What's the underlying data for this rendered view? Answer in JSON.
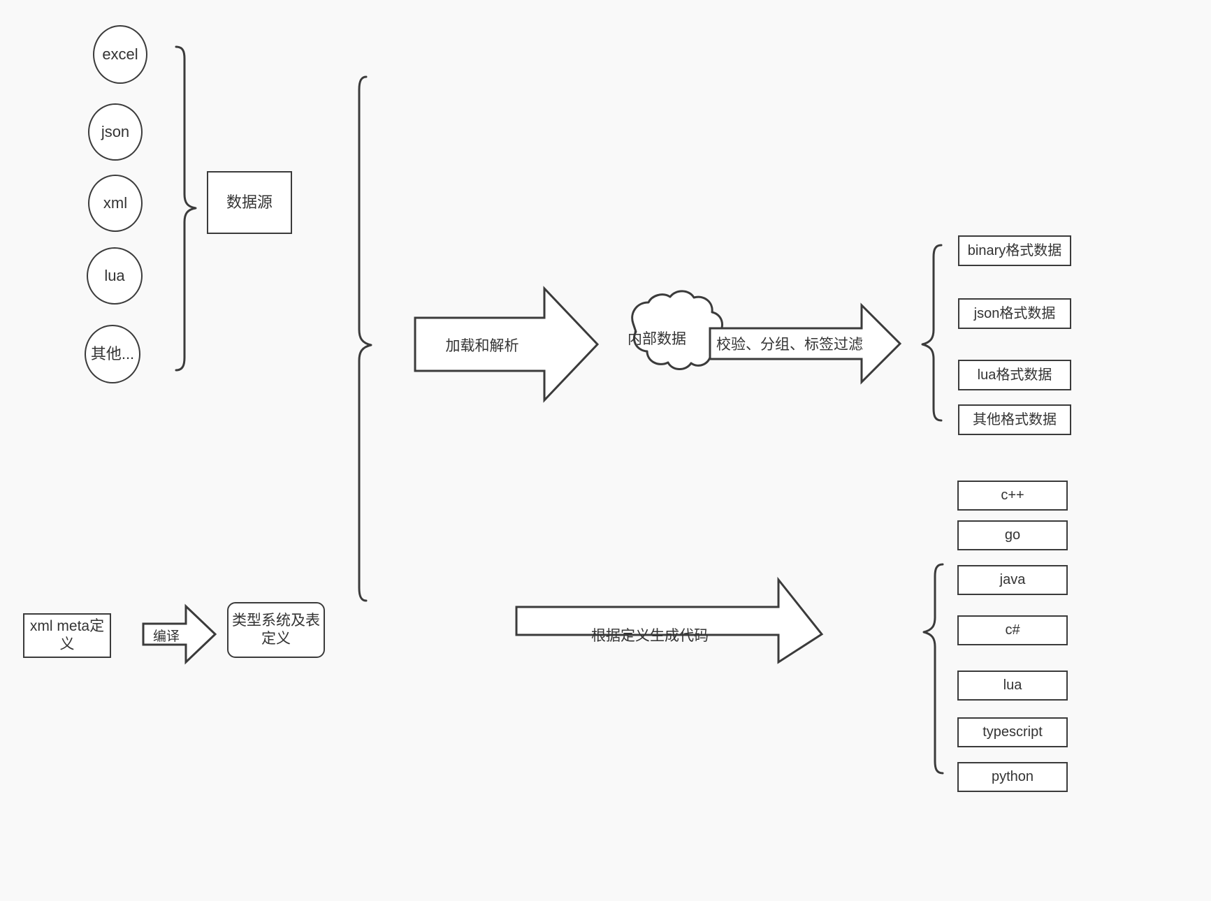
{
  "diagram": {
    "background_color": "#f9f9f9",
    "stroke_color": "#3b3b3b",
    "text_color": "#333333",
    "fill_color": "#ffffff"
  },
  "sources": {
    "items": [
      {
        "label": "excel"
      },
      {
        "label": "json"
      },
      {
        "label": "xml"
      },
      {
        "label": "lua"
      },
      {
        "label": "其他..."
      }
    ],
    "group_label": "数据源"
  },
  "meta": {
    "input_label": "xml meta定义",
    "compile_arrow_label": "编译",
    "output_label": "类型系统及表\n定义"
  },
  "pipeline": {
    "load_arrow_label": "加载和解析",
    "cloud_label": "内部数据",
    "filter_arrow_label": "校验、分组、标签过滤",
    "codegen_arrow_label": "根据定义生成代码"
  },
  "outputs": {
    "items": [
      {
        "label": "binary格式数据"
      },
      {
        "label": "json格式数据"
      },
      {
        "label": "lua格式数据"
      },
      {
        "label": "其他格式数据"
      }
    ]
  },
  "languages": {
    "items": [
      {
        "label": "c++"
      },
      {
        "label": "go"
      },
      {
        "label": "java"
      },
      {
        "label": "c#"
      },
      {
        "label": "lua"
      },
      {
        "label": "typescript"
      },
      {
        "label": "python"
      }
    ]
  }
}
